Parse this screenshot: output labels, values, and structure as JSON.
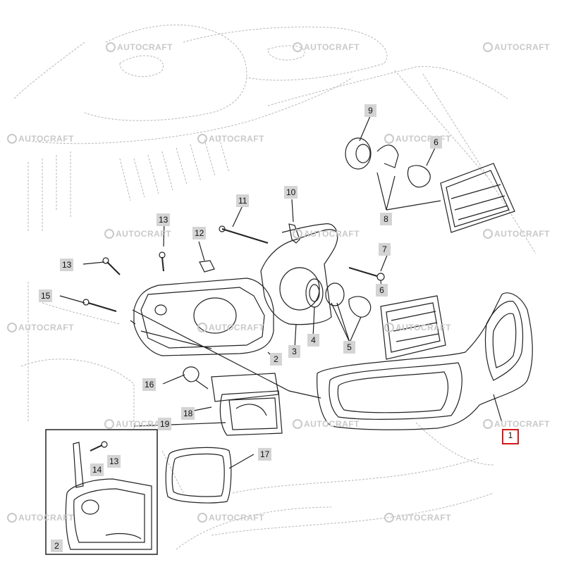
{
  "watermark_text": "AUTOCRAFT",
  "callouts": [
    {
      "id": "1",
      "label": "1"
    },
    {
      "id": "2",
      "label": "2"
    },
    {
      "id": "2b",
      "label": "2"
    },
    {
      "id": "3",
      "label": "3"
    },
    {
      "id": "4",
      "label": "4"
    },
    {
      "id": "5",
      "label": "5"
    },
    {
      "id": "6",
      "label": "6"
    },
    {
      "id": "6b",
      "label": "6"
    },
    {
      "id": "7",
      "label": "7"
    },
    {
      "id": "8",
      "label": "8"
    },
    {
      "id": "9",
      "label": "9"
    },
    {
      "id": "10",
      "label": "10"
    },
    {
      "id": "11",
      "label": "11"
    },
    {
      "id": "12",
      "label": "12"
    },
    {
      "id": "13a",
      "label": "13"
    },
    {
      "id": "13b",
      "label": "13"
    },
    {
      "id": "13c",
      "label": "13"
    },
    {
      "id": "14",
      "label": "14"
    },
    {
      "id": "15",
      "label": "15"
    },
    {
      "id": "16",
      "label": "16"
    },
    {
      "id": "17",
      "label": "17"
    },
    {
      "id": "18",
      "label": "18"
    },
    {
      "id": "19",
      "label": "19"
    }
  ],
  "highlight_color": "#d61a1a",
  "callout_color": "#d4d4d4"
}
